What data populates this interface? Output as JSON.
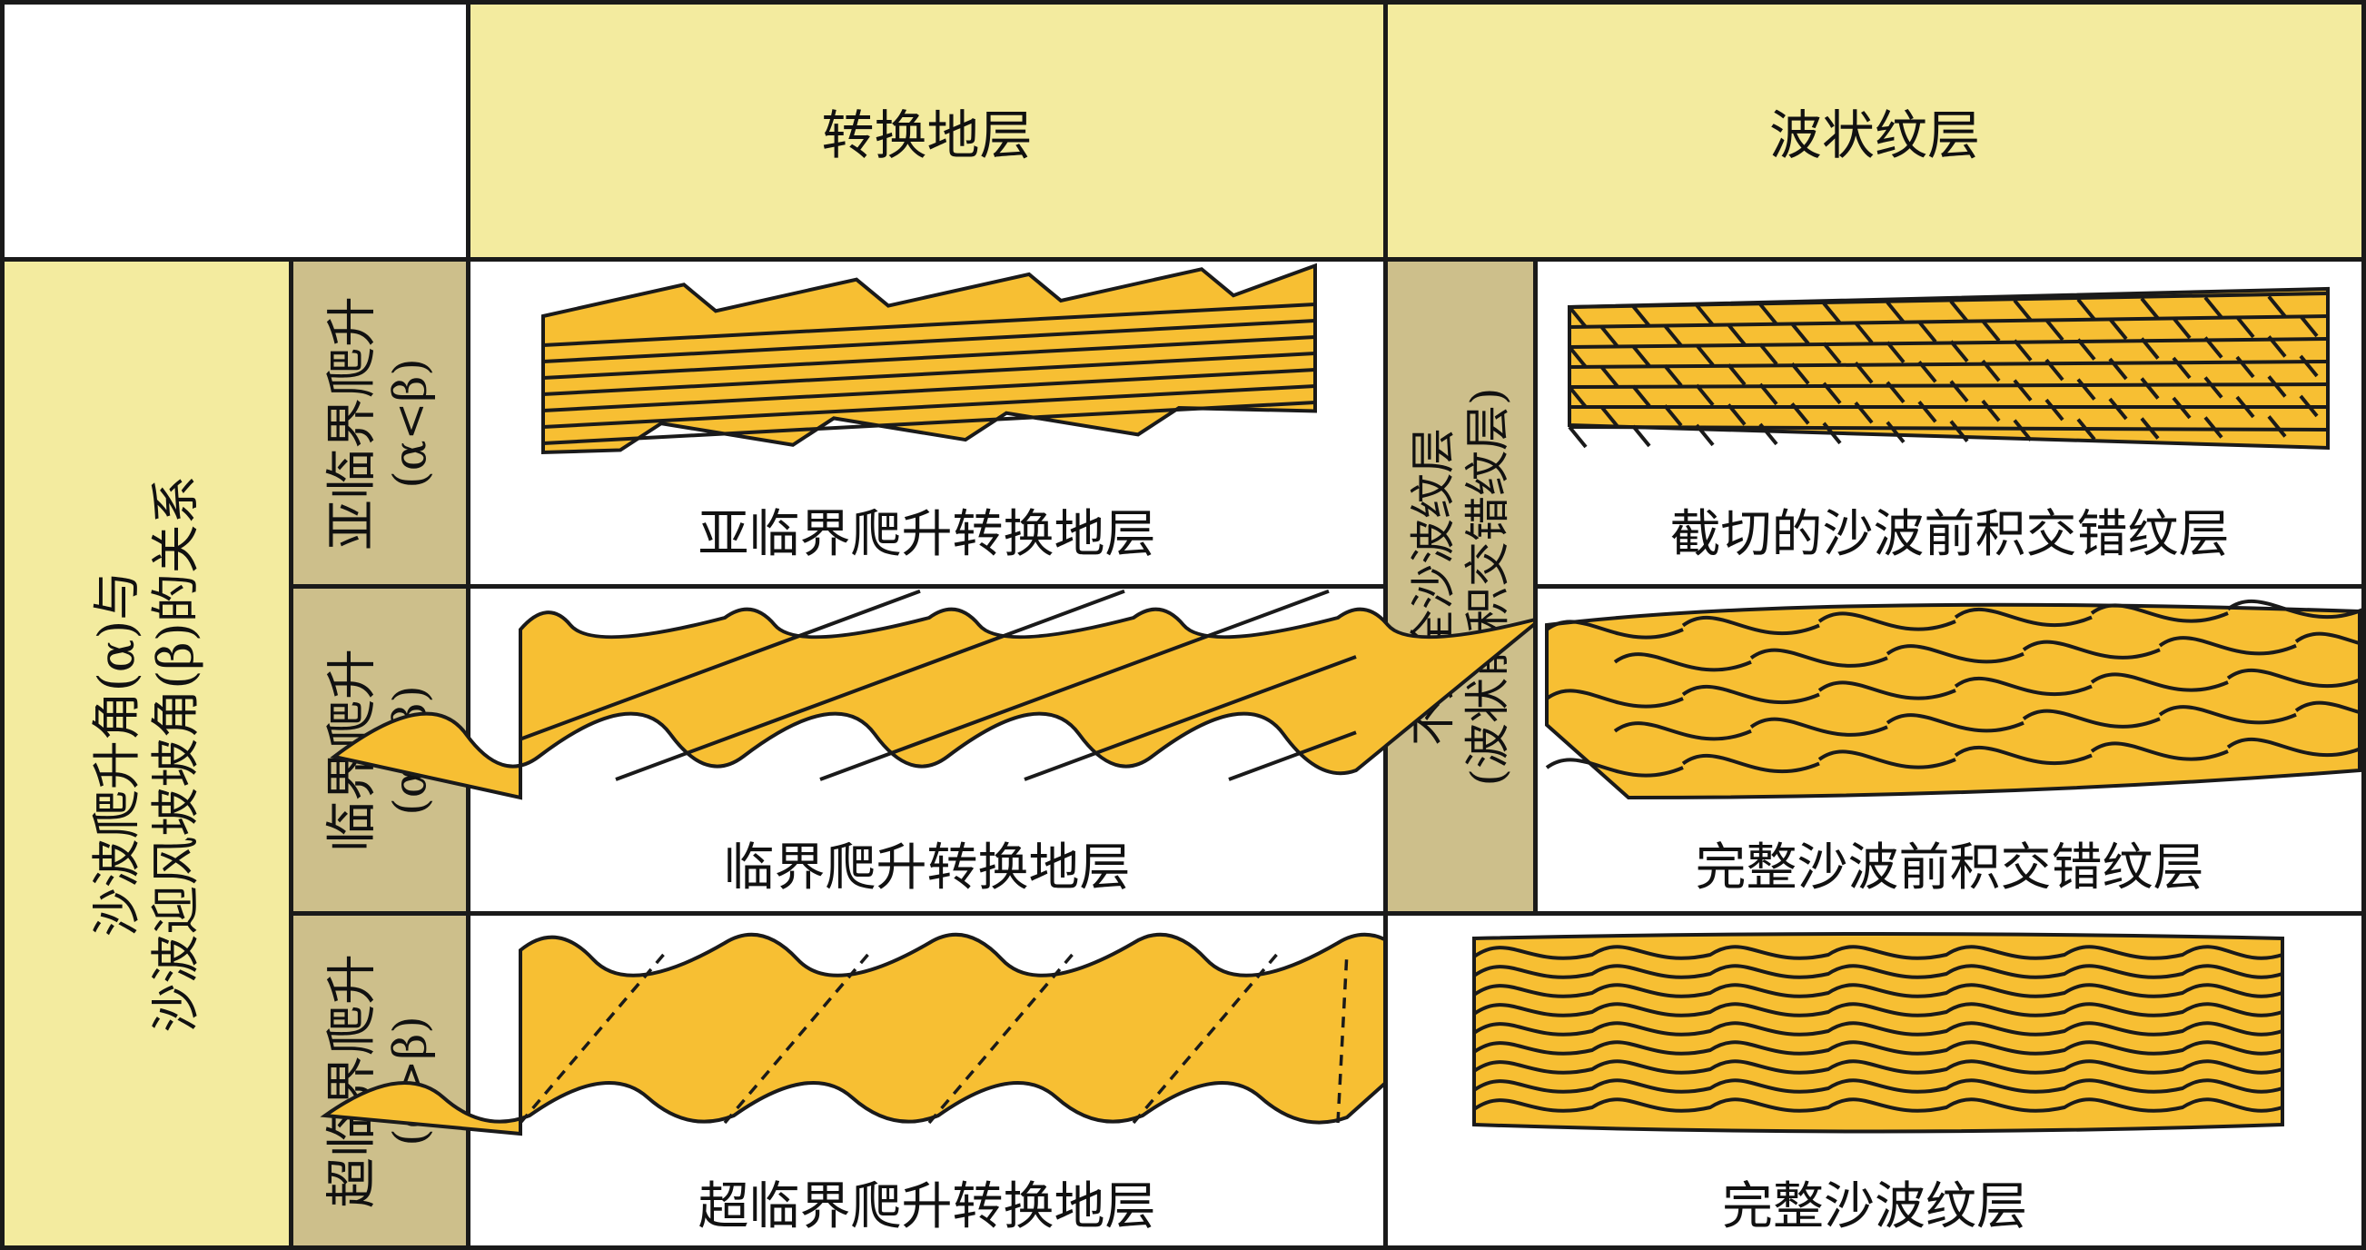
{
  "columns": {
    "climbing_transitional": "转换地层",
    "wavy": "波状纹层"
  },
  "row_group": {
    "label_line1": "沙波爬升角(α)与",
    "label_line2": "沙波迎风坡坡角(β)的关系"
  },
  "rows": [
    {
      "label": "亚临界爬升",
      "condition": "(α<β)"
    },
    {
      "label": "临界爬升",
      "condition": "(α=β)"
    },
    {
      "label": "超临界爬升",
      "condition": "(α>β)"
    }
  ],
  "wavy_subgroup": {
    "label_line1": "不完全沙波纹层",
    "label_line2": "(波状前积交错纹层)"
  },
  "cells": {
    "subcritical_transitional": "亚临界爬升转换地层",
    "critical_transitional": "临界爬升转换地层",
    "supercritical_transitional": "超临界爬升转换地层",
    "truncated_cross": "截切的沙波前积交错纹层",
    "complete_cross": "完整沙波前积交错纹层",
    "complete_wavy": "完整沙波纹层"
  },
  "colors": {
    "header_fill": "#f3eb9f",
    "row_label_fill": "#cdbf8b",
    "sediment_fill": "#f7bf33",
    "border": "#1a1a1a"
  }
}
